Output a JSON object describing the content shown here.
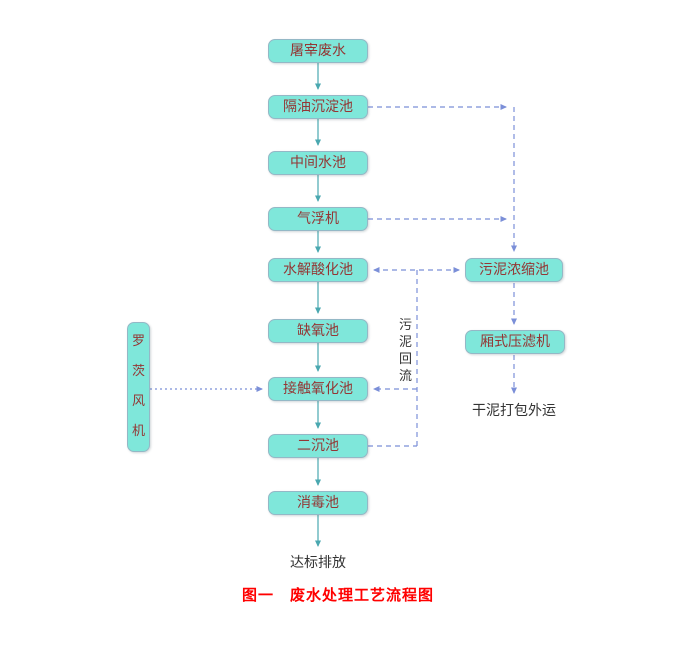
{
  "figure": {
    "caption": "图一　废水处理工艺流程图"
  },
  "nodes": {
    "main_flow": [
      {
        "label": "屠宰废水"
      },
      {
        "label": "隔油沉淀池"
      },
      {
        "label": "中间水池"
      },
      {
        "label": "气浮机"
      },
      {
        "label": "水解酸化池"
      },
      {
        "label": "缺氧池"
      },
      {
        "label": "接触氧化池"
      },
      {
        "label": "二沉池"
      },
      {
        "label": "消毒池"
      }
    ],
    "sludge_thickening_tank": {
      "label": "污泥浓缩池"
    },
    "chamber_filter_press": {
      "label": "厢式压滤机"
    },
    "roots_blower": {
      "label": "罗茨风机"
    }
  },
  "labels": {
    "final_discharge": "达标排放",
    "dry_sludge_outbound": "干泥打包外运",
    "sludge_return": "污泥回流"
  },
  "colors": {
    "box_fill": "#7fe7da",
    "box_border": "#94b8c6",
    "box_text": "#943634",
    "arrow_solid": "#4aa8b0",
    "arrow_dashed": "#7b8fd8",
    "caption": "#ff0000",
    "plain_text": "#333333"
  }
}
